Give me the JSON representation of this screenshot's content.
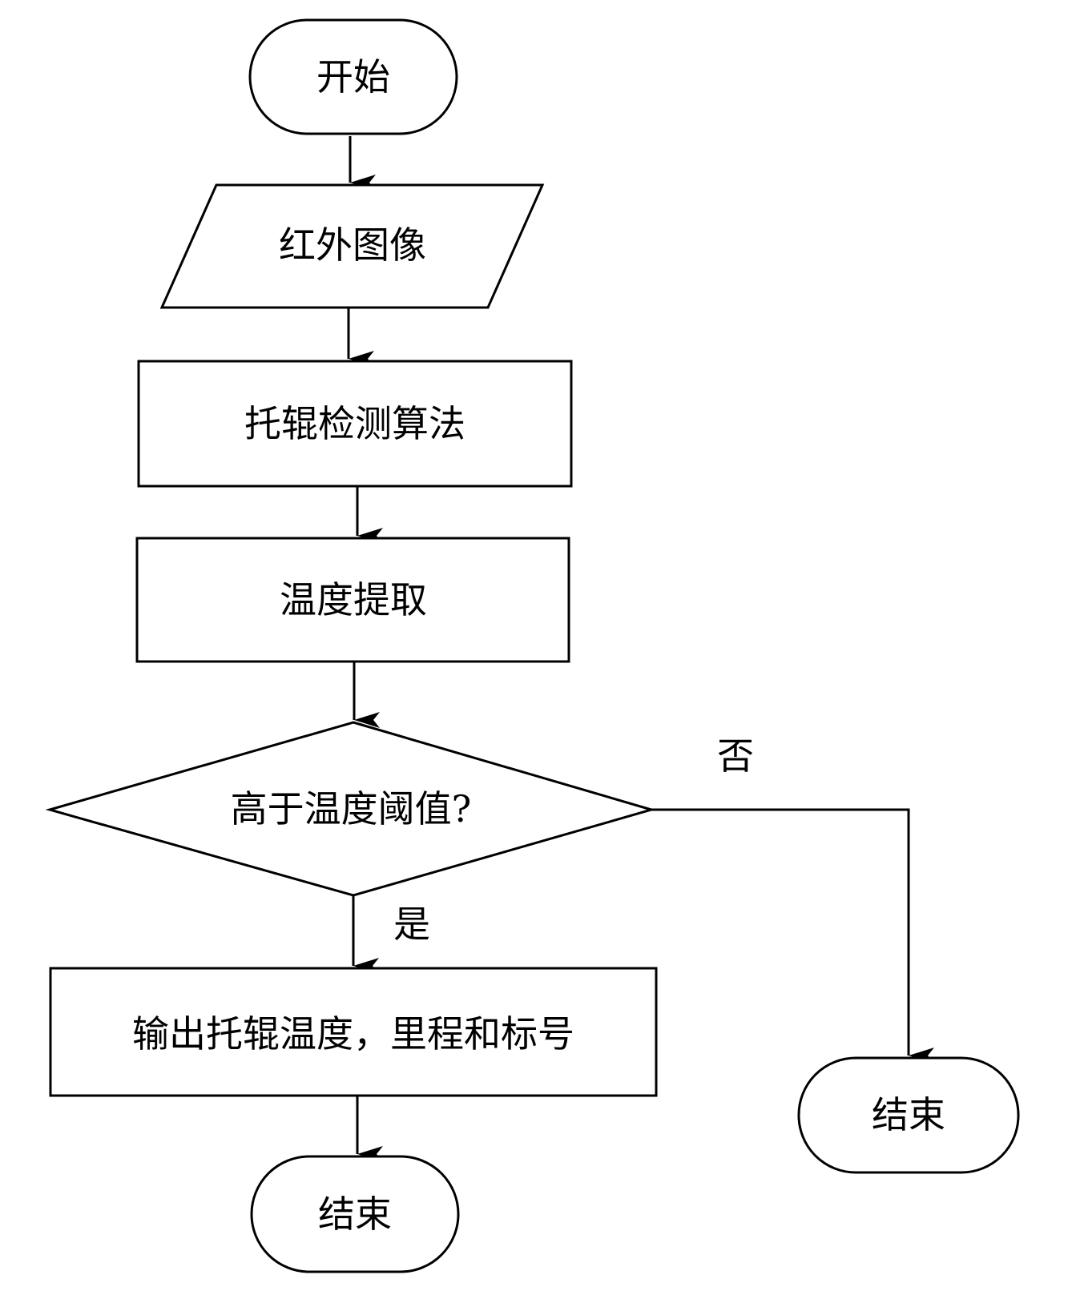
{
  "diagram": {
    "nodes": {
      "start": "开始",
      "input": "红外图像",
      "detect": "托辊检测算法",
      "extract": "温度提取",
      "decision": "高于温度阈值?",
      "output": "输出托辊温度，里程和标号",
      "end_main": "结束",
      "end_branch": "结束"
    },
    "edges": {
      "yes_label": "是",
      "no_label": "否"
    }
  }
}
